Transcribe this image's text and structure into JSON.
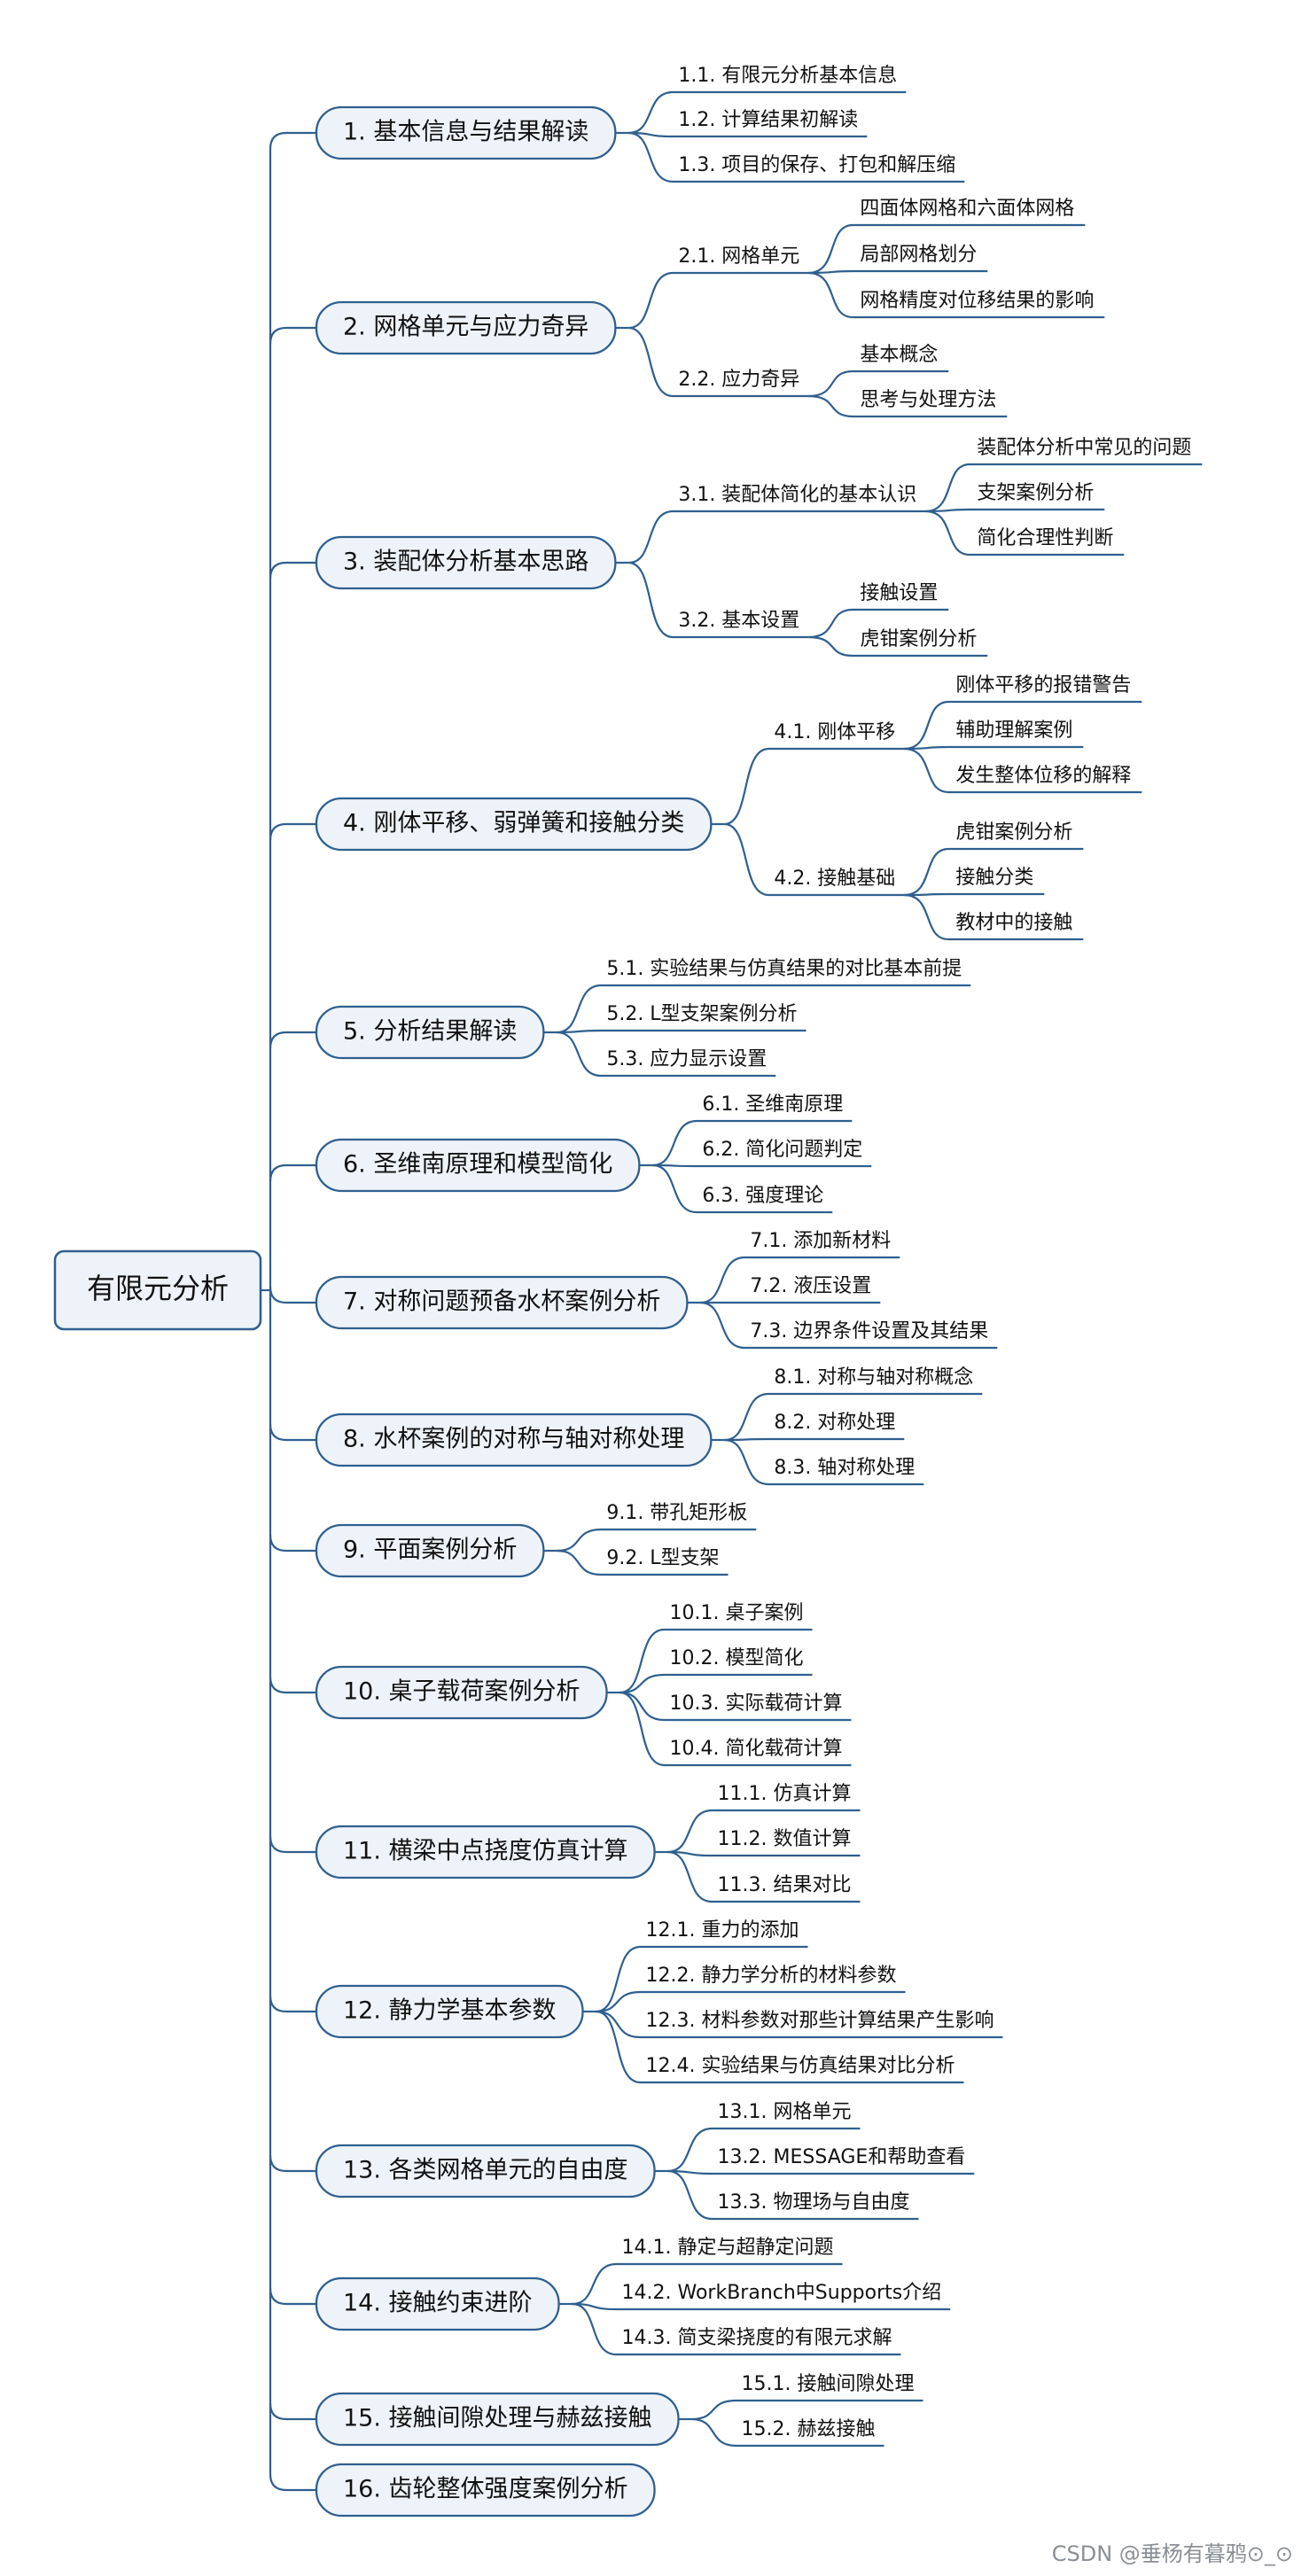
{
  "root": {
    "label": "有限元分析"
  },
  "style": {
    "line_color": "#2f5f8f",
    "box_fill": "#eef3f9",
    "box_stroke": "#2f5f8f",
    "text_color": "#111111"
  },
  "branches": [
    {
      "label": "1. 基本信息与结果解读",
      "children": [
        {
          "label": "1.1. 有限元分析基本信息"
        },
        {
          "label": "1.2. 计算结果初解读"
        },
        {
          "label": "1.3. 项目的保存、打包和解压缩"
        }
      ]
    },
    {
      "label": "2. 网格单元与应力奇异",
      "children": [
        {
          "label": "2.1. 网格单元",
          "children": [
            {
              "label": "四面体网格和六面体网格"
            },
            {
              "label": "局部网格划分"
            },
            {
              "label": "网格精度对位移结果的影响"
            }
          ]
        },
        {
          "label": "2.2. 应力奇异",
          "children": [
            {
              "label": "基本概念"
            },
            {
              "label": "思考与处理方法"
            }
          ]
        }
      ]
    },
    {
      "label": "3. 装配体分析基本思路",
      "children": [
        {
          "label": "3.1. 装配体简化的基本认识",
          "children": [
            {
              "label": "装配体分析中常见的问题"
            },
            {
              "label": "支架案例分析"
            },
            {
              "label": "简化合理性判断"
            }
          ]
        },
        {
          "label": "3.2. 基本设置",
          "children": [
            {
              "label": "接触设置"
            },
            {
              "label": "虎钳案例分析"
            }
          ]
        }
      ]
    },
    {
      "label": "4. 刚体平移、弱弹簧和接触分类",
      "children": [
        {
          "label": "4.1. 刚体平移",
          "children": [
            {
              "label": "刚体平移的报错警告"
            },
            {
              "label": "辅助理解案例"
            },
            {
              "label": "发生整体位移的解释"
            }
          ]
        },
        {
          "label": "4.2. 接触基础",
          "children": [
            {
              "label": "虎钳案例分析"
            },
            {
              "label": "接触分类"
            },
            {
              "label": "教材中的接触"
            }
          ]
        }
      ]
    },
    {
      "label": "5. 分析结果解读",
      "children": [
        {
          "label": "5.1. 实验结果与仿真结果的对比基本前提"
        },
        {
          "label": "5.2. L型支架案例分析"
        },
        {
          "label": "5.3. 应力显示设置"
        }
      ]
    },
    {
      "label": "6. 圣维南原理和模型简化",
      "children": [
        {
          "label": "6.1. 圣维南原理"
        },
        {
          "label": "6.2. 简化问题判定"
        },
        {
          "label": "6.3. 强度理论"
        }
      ]
    },
    {
      "label": "7. 对称问题预备水杯案例分析",
      "children": [
        {
          "label": "7.1. 添加新材料"
        },
        {
          "label": "7.2. 液压设置"
        },
        {
          "label": "7.3. 边界条件设置及其结果"
        }
      ]
    },
    {
      "label": "8. 水杯案例的对称与轴对称处理",
      "children": [
        {
          "label": "8.1. 对称与轴对称概念"
        },
        {
          "label": "8.2. 对称处理"
        },
        {
          "label": "8.3. 轴对称处理"
        }
      ]
    },
    {
      "label": "9. 平面案例分析",
      "children": [
        {
          "label": "9.1. 带孔矩形板"
        },
        {
          "label": "9.2. L型支架"
        }
      ]
    },
    {
      "label": "10. 桌子载荷案例分析",
      "children": [
        {
          "label": "10.1. 桌子案例"
        },
        {
          "label": "10.2. 模型简化"
        },
        {
          "label": "10.3. 实际载荷计算"
        },
        {
          "label": "10.4. 简化载荷计算"
        }
      ]
    },
    {
      "label": "11. 横梁中点挠度仿真计算",
      "children": [
        {
          "label": "11.1. 仿真计算"
        },
        {
          "label": "11.2. 数值计算"
        },
        {
          "label": "11.3. 结果对比"
        }
      ]
    },
    {
      "label": "12. 静力学基本参数",
      "children": [
        {
          "label": "12.1. 重力的添加"
        },
        {
          "label": "12.2. 静力学分析的材料参数"
        },
        {
          "label": "12.3. 材料参数对那些计算结果产生影响"
        },
        {
          "label": "12.4. 实验结果与仿真结果对比分析"
        }
      ]
    },
    {
      "label": "13. 各类网格单元的自由度",
      "children": [
        {
          "label": "13.1. 网格单元"
        },
        {
          "label": "13.2. MESSAGE和帮助查看"
        },
        {
          "label": "13.3. 物理场与自由度"
        }
      ]
    },
    {
      "label": "14. 接触约束进阶",
      "children": [
        {
          "label": "14.1. 静定与超静定问题"
        },
        {
          "label": "14.2. WorkBranch中Supports介绍"
        },
        {
          "label": "14.3. 简支梁挠度的有限元求解"
        }
      ]
    },
    {
      "label": "15. 接触间隙处理与赫兹接触",
      "children": [
        {
          "label": "15.1. 接触间隙处理"
        },
        {
          "label": "15.2. 赫兹接触"
        }
      ]
    },
    {
      "label": "16. 齿轮整体强度案例分析",
      "children": []
    }
  ],
  "watermark": "CSDN @垂杨有暮鸦⊙_⊙"
}
